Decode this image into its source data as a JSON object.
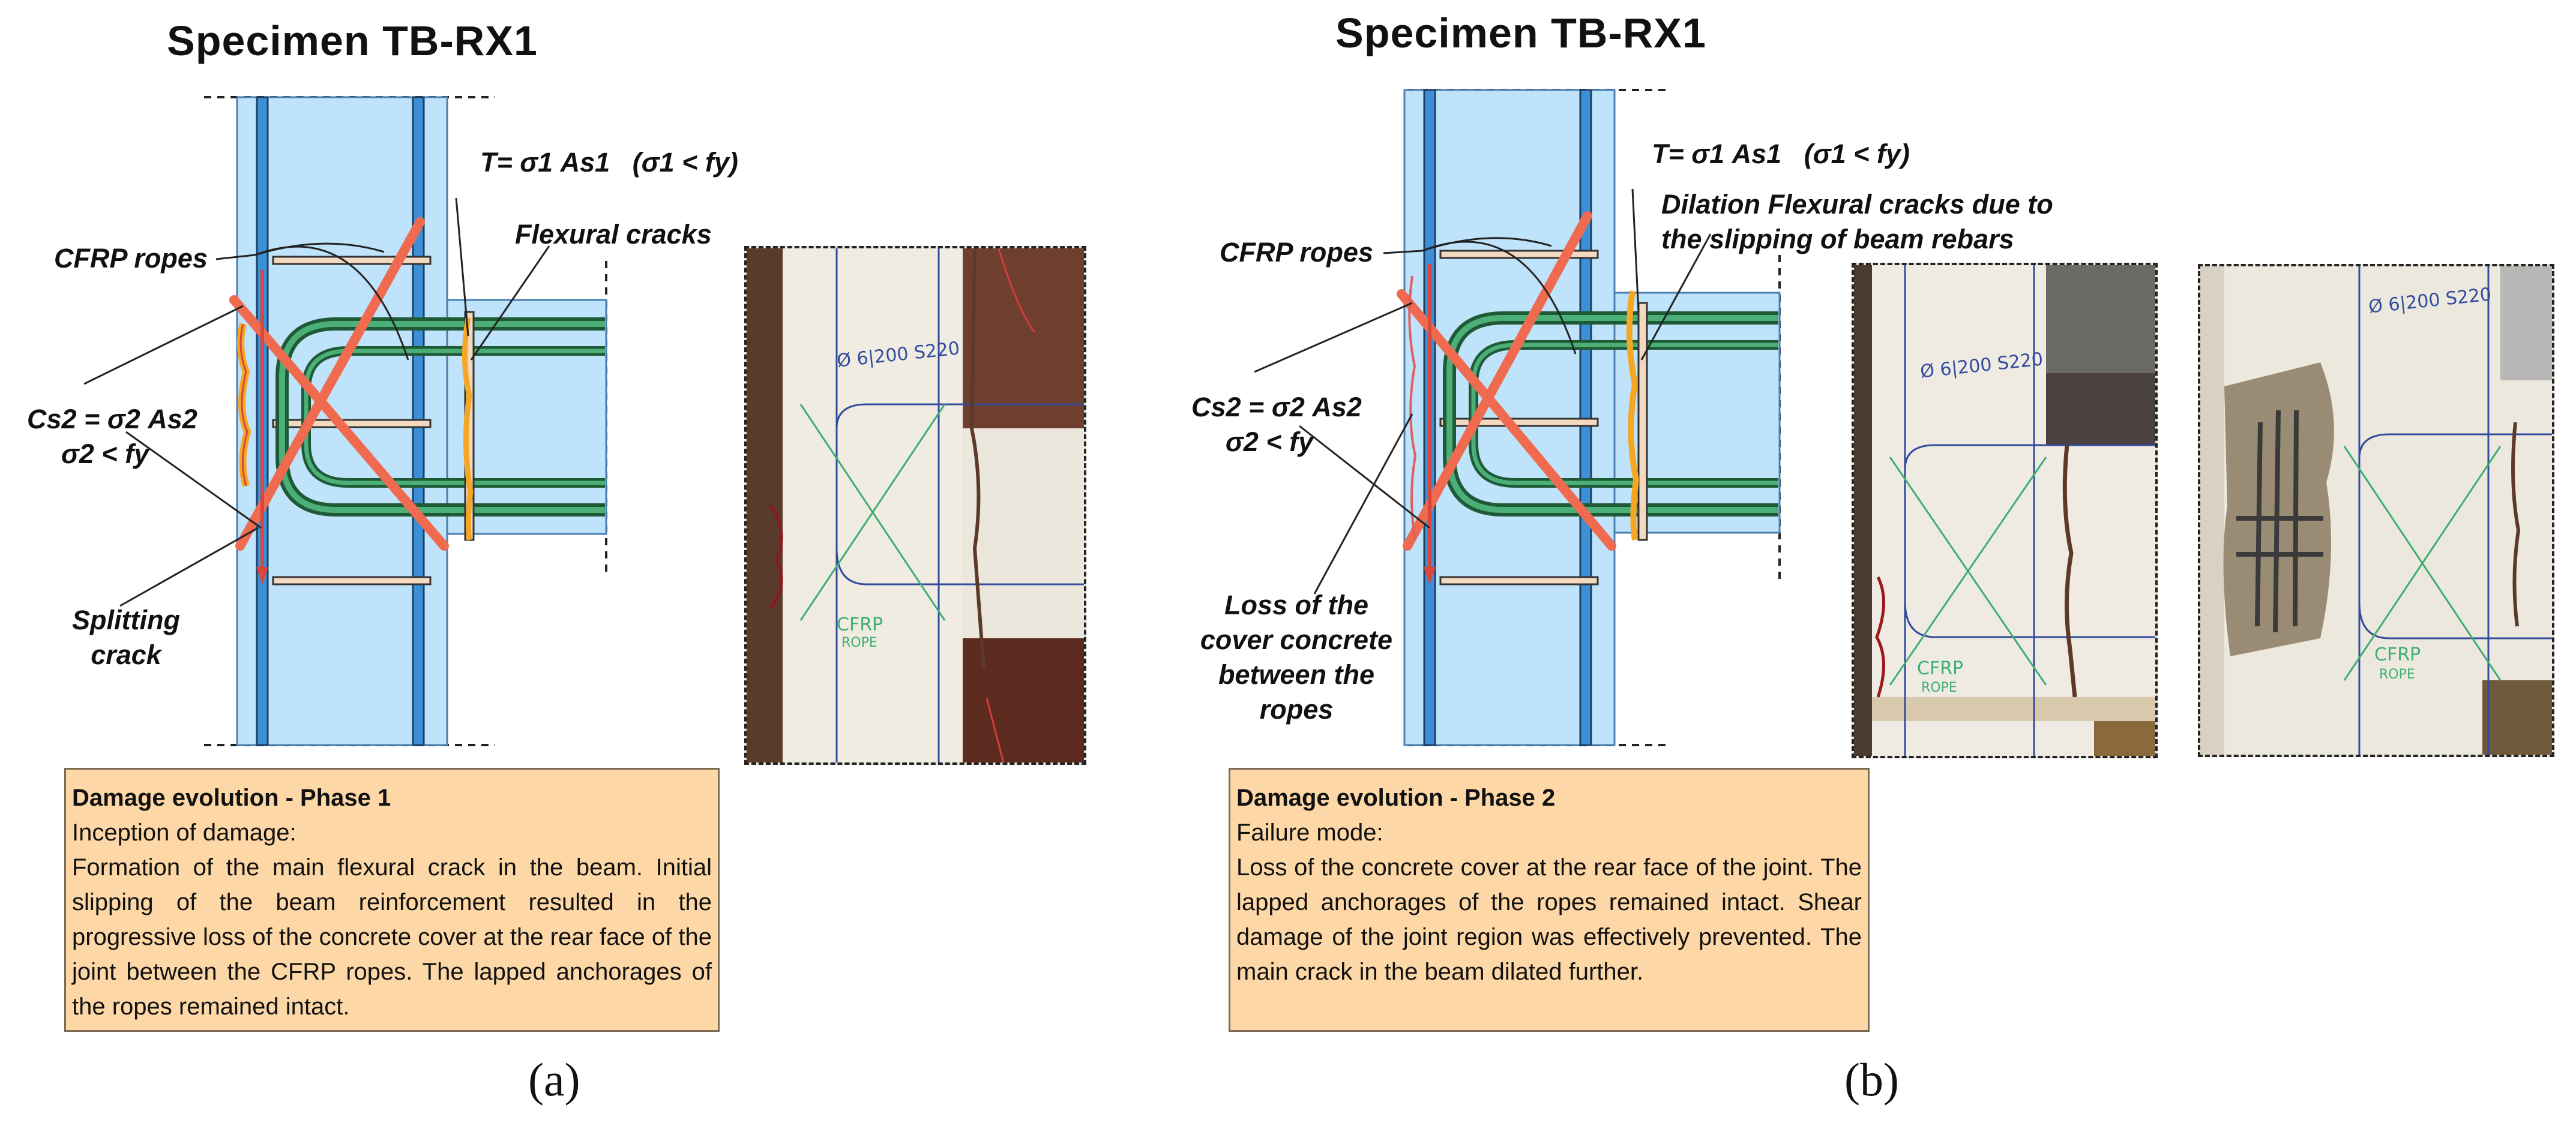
{
  "panel_a": {
    "title": "Specimen TB-RX1",
    "tension_formula": "T= σ1 As1",
    "tension_condition": "(σ1 < fy)",
    "label_cfrp_ropes": "CFRP ropes",
    "label_flexural_cracks": "Flexural cracks",
    "compression_formula": "Cs2 = σ2 As2",
    "compression_condition": "σ2 < fy",
    "label_splitting_crack": [
      "Splitting",
      "crack"
    ],
    "box_heading": "Damage evolution - Phase 1",
    "box_subheading": "Inception of damage:",
    "box_text": "Formation of the main flexural crack in the beam. Initial slipping of the beam reinforcement resulted in the progressive loss of the concrete cover at the rear face of the joint between the CFRP ropes. The lapped anchorages of the ropes remained intact.",
    "caption": "(a)",
    "photo_annotations": {
      "stirrups": "Ø 6|200 S220",
      "rope": "CFRP",
      "rope2": "ROPE"
    }
  },
  "panel_b": {
    "title": "Specimen TB-RX1",
    "tension_formula": "T= σ1 As1",
    "tension_condition": "(σ1 < fy)",
    "label_cfrp_ropes": "CFRP ropes",
    "label_dilation": [
      "Dilation Flexural cracks due to",
      "the slipping of beam rebars"
    ],
    "compression_formula": "Cs2 = σ2 As2",
    "compression_condition": "σ2 < fy",
    "label_loss_cover": [
      "Loss of the",
      "cover concrete",
      "between the",
      "ropes"
    ],
    "box_heading": "Damage evolution - Phase 2",
    "box_subheading": "Failure mode:",
    "box_text": "Loss of the concrete cover at the rear face of the joint. The lapped anchorages of the ropes remained intact. Shear damage of the joint region was effectively prevented. The main crack in the beam dilated further.",
    "caption": "(b)",
    "photo_annotations": {
      "stirrups": "Ø 6|200 S220",
      "rope": "CFRP",
      "rope2": "ROPE"
    }
  },
  "colors": {
    "concrete_fill": "#bfe3fa",
    "rebar": "#3d8fd6",
    "beam_bar": "#2e7d4f",
    "cross_x": "#f06a4f",
    "crack": "#f5a623",
    "box_fill": "#fdd8a6",
    "photo_wall": "#ece7dc",
    "photo_dark": "#5a3a2a"
  }
}
